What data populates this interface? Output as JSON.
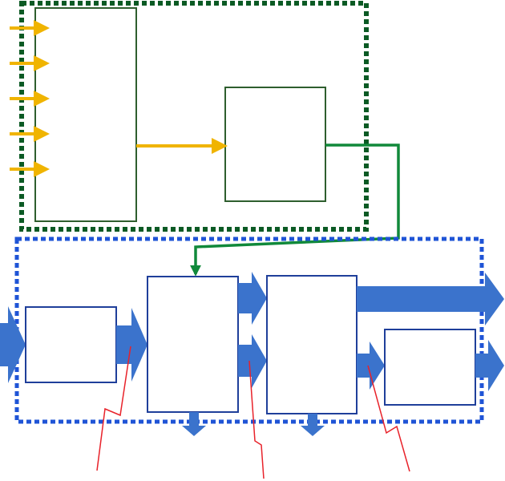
{
  "diagram": {
    "colors": {
      "background": "#ffffff",
      "upper_group_border": "#0b5a24",
      "upper_box_stroke": "#2e5e2e",
      "input_arrow": "#f0b400",
      "connector": "#10893a",
      "lower_group_border": "#1f54d6",
      "lower_box_stroke": "#1f3f9a",
      "flow_arrow": "#3b73cc",
      "callout_line": "#e8222a"
    },
    "upper_group": {
      "input_arrow_count": 5
    },
    "lower_group": {
      "box_count": 4,
      "outflow_arrow_count": 2,
      "callout_count": 3
    }
  }
}
